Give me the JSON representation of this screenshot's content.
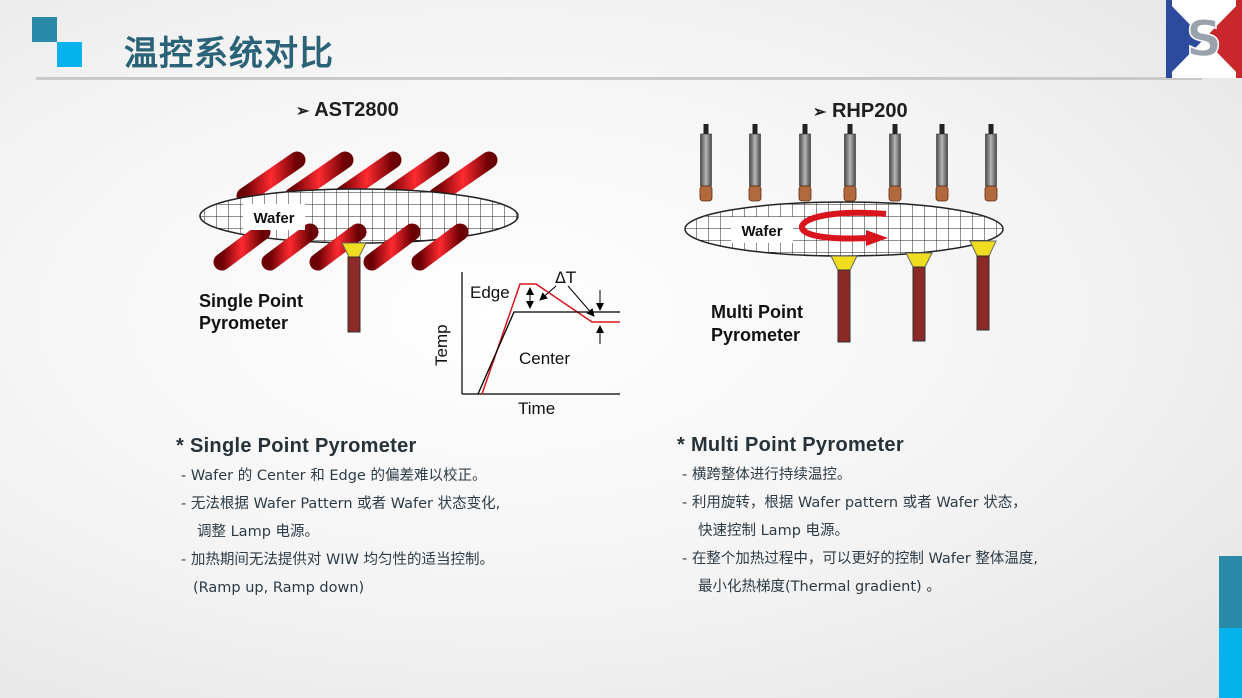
{
  "slide": {
    "title": "温控系统对比",
    "logo_letter": "S"
  },
  "left": {
    "section_marker": "➢",
    "section_title": "AST2800",
    "wafer_label": "Wafer",
    "pyrometer_label_line1": "Single Point",
    "pyrometer_label_line2": "Pyrometer",
    "graph": {
      "edge_label": "Edge",
      "delta_label": "ΔT",
      "center_label": "Center",
      "y_axis_label": "Temp",
      "x_axis_label": "Time"
    },
    "heading": "* Single Point Pyrometer",
    "bullets": [
      "- Wafer 的 Center 和 Edge 的偏差难以校正。",
      "- 无法根据 Wafer Pattern 或者 Wafer 状态变化,",
      "调整 Lamp 电源。",
      "- 加热期间无法提供对 WIW 均匀性的适当控制。",
      "(Ramp up, Ramp down)"
    ]
  },
  "right": {
    "section_marker": "➢",
    "section_title": "RHP200",
    "wafer_label": "Wafer",
    "pyrometer_label_line1": "Multi Point",
    "pyrometer_label_line2": "Pyrometer",
    "heading": "* Multi Point Pyrometer",
    "bullets": [
      "- 横跨整体进行持续温控。",
      "- 利用旋转，根据 Wafer pattern 或者 Wafer 状态，",
      "快速控制 Lamp 电源。",
      "- 在整个加热过程中，可以更好的控制 Wafer 整体温度,",
      "最小化热梯度(Thermal gradient) 。"
    ]
  },
  "colors": {
    "title": "#2a6377",
    "square_dark": "#2a8aa8",
    "square_light": "#07b3ef",
    "lamp_red": "#d8141c",
    "pyrometer_body": "#8b2a26",
    "pyrometer_head": "#f1dd1f",
    "logo_blue": "#2c4b9d",
    "logo_red": "#c8272b"
  }
}
